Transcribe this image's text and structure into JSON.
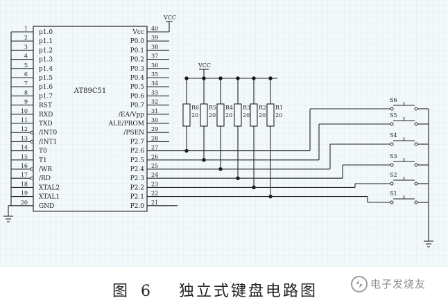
{
  "diagram": {
    "chip_name": "AT89C51",
    "vcc_label": "VCC",
    "left_pins": [
      {
        "num": "1",
        "name": "p1.0"
      },
      {
        "num": "2",
        "name": "p1.1"
      },
      {
        "num": "3",
        "name": "p1.2"
      },
      {
        "num": "4",
        "name": "p1.3"
      },
      {
        "num": "5",
        "name": "p1.4"
      },
      {
        "num": "6",
        "name": "p1.5"
      },
      {
        "num": "7",
        "name": "p1.6"
      },
      {
        "num": "8",
        "name": "p1.7"
      },
      {
        "num": "9",
        "name": "RST"
      },
      {
        "num": "10",
        "name": "RXD"
      },
      {
        "num": "11",
        "name": "TXD"
      },
      {
        "num": "12",
        "name": "/INT0"
      },
      {
        "num": "13",
        "name": "/INT1"
      },
      {
        "num": "14",
        "name": "T0"
      },
      {
        "num": "15",
        "name": "T1"
      },
      {
        "num": "16",
        "name": "/WR"
      },
      {
        "num": "17",
        "name": "/RD"
      },
      {
        "num": "18",
        "name": "XTAL2"
      },
      {
        "num": "19",
        "name": "XTAL1"
      },
      {
        "num": "20",
        "name": "GND"
      }
    ],
    "right_pins": [
      {
        "num": "40",
        "name": "Vcc"
      },
      {
        "num": "39",
        "name": "P0.0"
      },
      {
        "num": "38",
        "name": "P0.1"
      },
      {
        "num": "37",
        "name": "P0.2"
      },
      {
        "num": "36",
        "name": "P0.3"
      },
      {
        "num": "35",
        "name": "P0.4"
      },
      {
        "num": "34",
        "name": "P0.5"
      },
      {
        "num": "33",
        "name": "P0.6"
      },
      {
        "num": "32",
        "name": "P0.7"
      },
      {
        "num": "31",
        "name": "/EA/Vpp"
      },
      {
        "num": "30",
        "name": "ALE/PROM"
      },
      {
        "num": "29",
        "name": "/PSEN"
      },
      {
        "num": "28",
        "name": "P2.7"
      },
      {
        "num": "27",
        "name": "P2.6"
      },
      {
        "num": "26",
        "name": "P2.5"
      },
      {
        "num": "25",
        "name": "P2.4"
      },
      {
        "num": "24",
        "name": "P2.3"
      },
      {
        "num": "23",
        "name": "P2.2"
      },
      {
        "num": "22",
        "name": "P2.1"
      },
      {
        "num": "21",
        "name": "P2.0"
      }
    ],
    "resistors": [
      {
        "name": "R6",
        "value": "20"
      },
      {
        "name": "R5",
        "value": "20"
      },
      {
        "name": "R4",
        "value": "20"
      },
      {
        "name": "R3",
        "value": "20"
      },
      {
        "name": "R2",
        "value": "20"
      },
      {
        "name": "R1",
        "value": "20"
      }
    ],
    "switches": [
      "S6",
      "S5",
      "S4",
      "S3",
      "S2",
      "S1"
    ]
  },
  "caption": {
    "figure_number": "图 6",
    "title": "独立式键盘电路图"
  },
  "watermark": {
    "text": "电子发烧友"
  }
}
